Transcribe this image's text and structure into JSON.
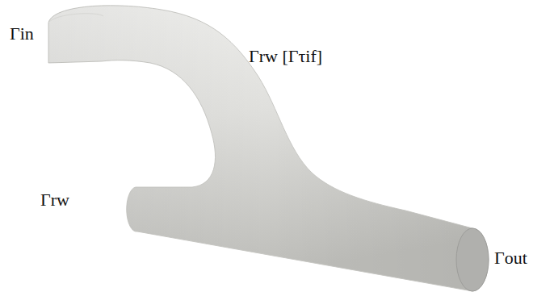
{
  "diagram": {
    "labels": [
      "Γin",
      "Γrw [Γτif]",
      "Γrw",
      "Γout"
    ]
  }
}
